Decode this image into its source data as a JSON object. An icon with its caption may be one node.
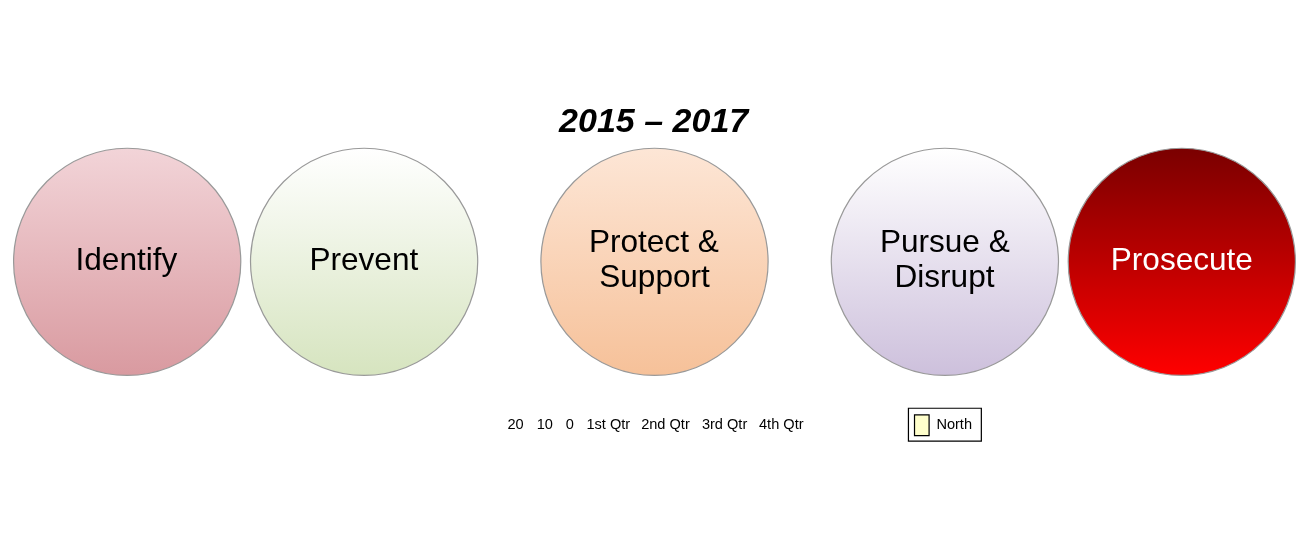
{
  "diagram": {
    "title": "2015 – 2017",
    "nodes": [
      {
        "text": [
          "Identify"
        ]
      },
      {
        "text": [
          "Prevent"
        ]
      },
      {
        "text": [
          "Protect & Support"
        ]
      },
      {
        "text": [
          "Pursue & Disrupt"
        ]
      },
      {
        "text": [
          "Prosecute"
        ]
      }
    ],
    "labels": [
      "20",
      "10",
      "0",
      "1st Qtr",
      "2nd Qtr",
      "3rd Qtr",
      "4th Qtr"
    ],
    "legend": [
      {
        "text": "North",
        "color": "#ffffcc"
      }
    ]
  }
}
